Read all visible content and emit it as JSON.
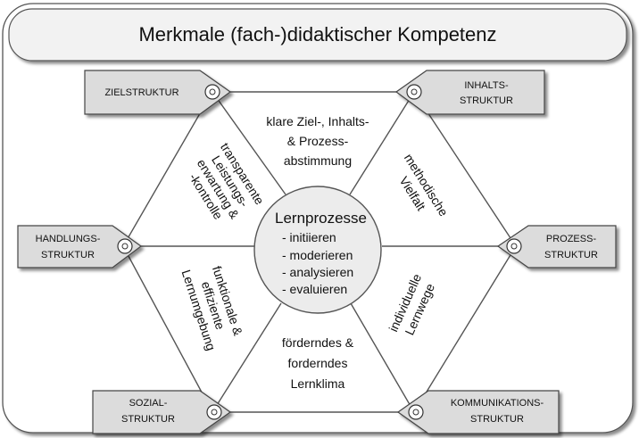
{
  "title": "Merkmale (fach-)didaktischer Kompetenz",
  "center": {
    "title": "Lernprozesse",
    "items": [
      "- initiieren",
      "- moderieren",
      "- analysieren",
      "- evaluieren"
    ]
  },
  "tags": {
    "ziel": [
      "ZIELSTRUKTUR"
    ],
    "inhalt": [
      "INHALTS-",
      "STRUKTUR"
    ],
    "handlung": [
      "HANDLUNGS-",
      "STRUKTUR"
    ],
    "prozess": [
      "PROZESS-",
      "STRUKTUR"
    ],
    "sozial": [
      "SOZIAL-",
      "STRUKTUR"
    ],
    "kommunikation": [
      "KOMMUNIKATIONS-",
      "STRUKTUR"
    ]
  },
  "segments": {
    "top": [
      "klare Ziel-, Inhalts-",
      "& Prozess-",
      "abstimmung"
    ],
    "upper_left": [
      "transparente",
      "Leistungs-",
      "erwartung &",
      "-kontrolle"
    ],
    "upper_right": [
      "methodische",
      "Vielfalt"
    ],
    "lower_left": [
      "funktionale &",
      "effiziente",
      "Lernumgebung"
    ],
    "lower_right": [
      "individuelle",
      "Lernwege"
    ],
    "bottom": [
      "förderndes &",
      "forderndes",
      "Lernklima"
    ]
  },
  "colors": {
    "tag_fill": "#dcdcdc",
    "center_fill": "#ececec",
    "title_fill": "#f2f2f2",
    "line": "#555555"
  }
}
